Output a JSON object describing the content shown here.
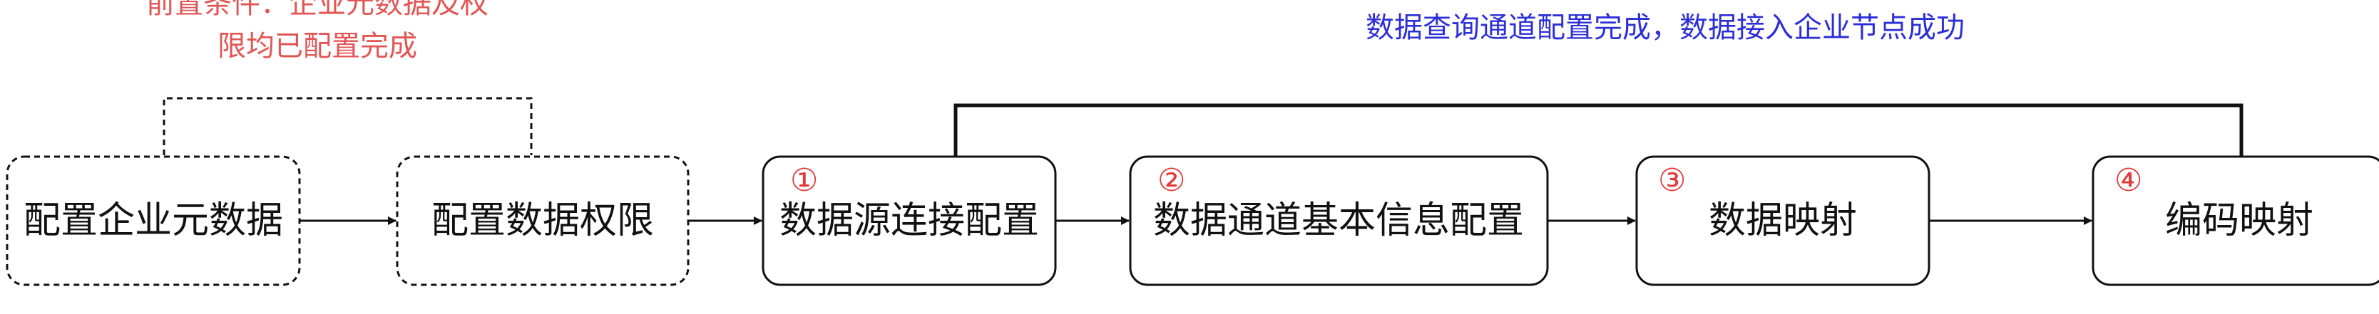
{
  "notes": {
    "precondition_line1": "前置条件：企业元数据及权",
    "precondition_line2": "限均已配置完成",
    "completion": "数据查询通道配置完成，数据接入企业节点成功"
  },
  "nodes": {
    "config_enterprise_metadata": "配置企业元数据",
    "config_data_permission": "配置数据权限",
    "datasource_connection_config": "数据源连接配置",
    "data_channel_basic_info_config": "数据通道基本信息配置",
    "data_mapping": "数据映射",
    "code_mapping": "编码映射"
  },
  "step_numbers": {
    "step1": "①",
    "step2": "②",
    "step3": "③",
    "step4": "④"
  },
  "colors": {
    "node_border": "#111111",
    "text": "#111111",
    "step_number": "#e23a3a",
    "precondition_note": "#e25555",
    "completion_note": "#2d2fd6"
  }
}
